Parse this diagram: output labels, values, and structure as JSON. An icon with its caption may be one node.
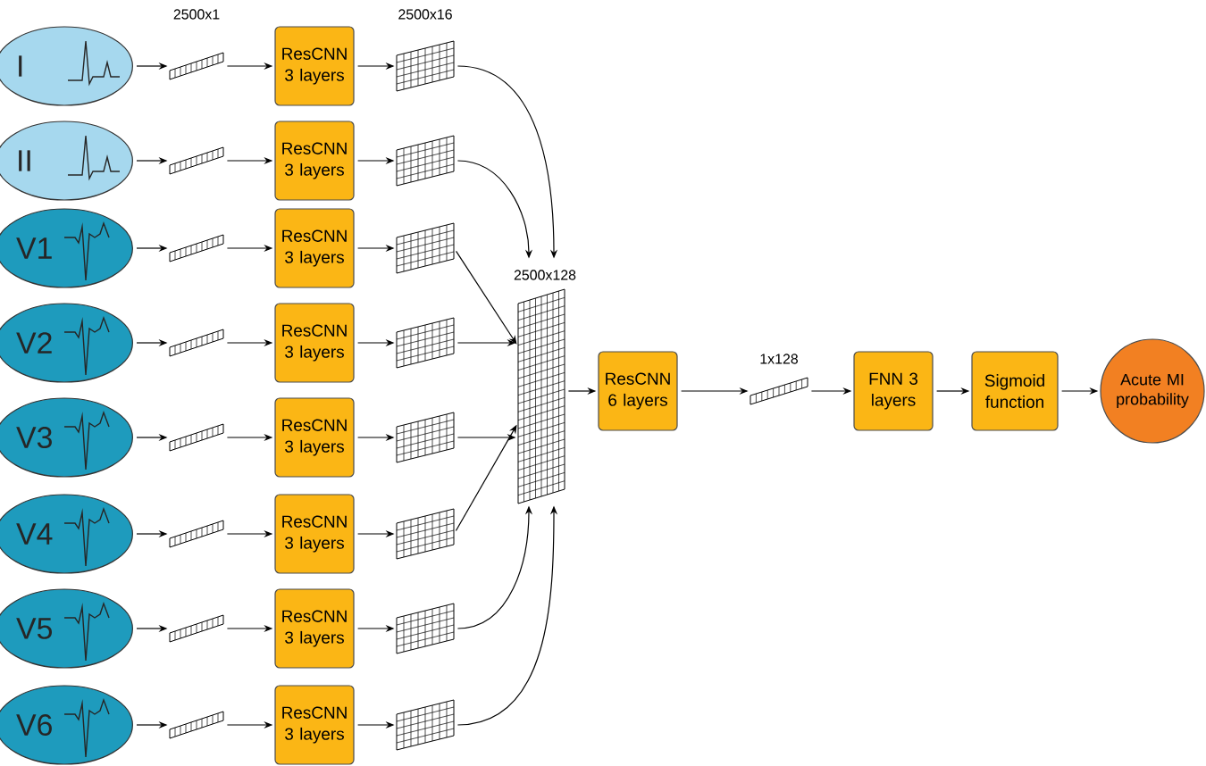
{
  "diagram": {
    "nodes": [
      {
        "text": [
          "I"
        ]
      },
      {
        "text": [
          "II"
        ]
      },
      {
        "text": [
          "V1"
        ]
      },
      {
        "text": [
          "V2"
        ]
      },
      {
        "text": [
          "V3"
        ]
      },
      {
        "text": [
          "V4"
        ]
      },
      {
        "text": [
          "V5"
        ]
      },
      {
        "text": [
          "V6"
        ]
      },
      {
        "text": [],
        "shape": "bar",
        "beside": [
          "2500x1"
        ]
      },
      {
        "text": [],
        "shape": "bar"
      },
      {
        "text": [],
        "shape": "bar"
      },
      {
        "text": [],
        "shape": "bar"
      },
      {
        "text": [],
        "shape": "bar"
      },
      {
        "text": [],
        "shape": "bar"
      },
      {
        "text": [],
        "shape": "bar"
      },
      {
        "text": [],
        "shape": "bar"
      },
      {
        "text": [
          "ResCNN 3 layers"
        ]
      },
      {
        "text": [
          "ResCNN 3 layers"
        ]
      },
      {
        "text": [
          "ResCNN 3 layers"
        ]
      },
      {
        "text": [
          "ResCNN 3 layers"
        ]
      },
      {
        "text": [
          "ResCNN 3 layers"
        ]
      },
      {
        "text": [
          "ResCNN 3 layers"
        ]
      },
      {
        "text": [
          "ResCNN 3 layers"
        ]
      },
      {
        "text": [
          "ResCNN 3 layers"
        ]
      },
      {
        "text": [],
        "shape": "grid",
        "beside": [
          "2500x16"
        ]
      },
      {
        "text": [],
        "shape": "grid"
      },
      {
        "text": [],
        "shape": "grid"
      },
      {
        "text": [],
        "shape": "grid"
      },
      {
        "text": [],
        "shape": "grid"
      },
      {
        "text": [],
        "shape": "grid"
      },
      {
        "text": [],
        "shape": "grid"
      },
      {
        "text": [],
        "shape": "grid"
      },
      {
        "text": [],
        "shape": "grid",
        "beside": [
          "2500x128"
        ]
      },
      {
        "text": [
          "ResCNN 6 layers"
        ]
      },
      {
        "text": [],
        "shape": "bar",
        "beside": [
          "1x128"
        ]
      },
      {
        "text": [
          "FNN 3 layers"
        ]
      },
      {
        "text": [
          "Sigmoid function"
        ]
      },
      {
        "text": [
          "Acute MI probability"
        ]
      }
    ],
    "edges": [
      {
        "from": 0,
        "to": 8,
        "arrow": "to"
      },
      {
        "from": 1,
        "to": 9,
        "arrow": "to"
      },
      {
        "from": 2,
        "to": 10,
        "arrow": "to"
      },
      {
        "from": 3,
        "to": 11,
        "arrow": "to"
      },
      {
        "from": 4,
        "to": 12,
        "arrow": "to"
      },
      {
        "from": 5,
        "to": 13,
        "arrow": "to"
      },
      {
        "from": 6,
        "to": 14,
        "arrow": "to"
      },
      {
        "from": 7,
        "to": 15,
        "arrow": "to"
      },
      {
        "from": 8,
        "to": 16,
        "arrow": "to"
      },
      {
        "from": 9,
        "to": 17,
        "arrow": "to"
      },
      {
        "from": 10,
        "to": 18,
        "arrow": "to"
      },
      {
        "from": 11,
        "to": 19,
        "arrow": "to"
      },
      {
        "from": 12,
        "to": 20,
        "arrow": "to"
      },
      {
        "from": 13,
        "to": 21,
        "arrow": "to"
      },
      {
        "from": 14,
        "to": 22,
        "arrow": "to"
      },
      {
        "from": 15,
        "to": 23,
        "arrow": "to"
      },
      {
        "from": 16,
        "to": 24,
        "arrow": "to"
      },
      {
        "from": 17,
        "to": 25,
        "arrow": "to"
      },
      {
        "from": 18,
        "to": 26,
        "arrow": "to"
      },
      {
        "from": 19,
        "to": 27,
        "arrow": "to"
      },
      {
        "from": 20,
        "to": 28,
        "arrow": "to"
      },
      {
        "from": 21,
        "to": 29,
        "arrow": "to"
      },
      {
        "from": 22,
        "to": 30,
        "arrow": "to"
      },
      {
        "from": 23,
        "to": 31,
        "arrow": "to"
      },
      {
        "from": 24,
        "to": 32,
        "arrow": "to"
      },
      {
        "from": 25,
        "to": 32,
        "arrow": "to"
      },
      {
        "from": 26,
        "to": 32,
        "arrow": "to"
      },
      {
        "from": 27,
        "to": 32,
        "arrow": "to"
      },
      {
        "from": 28,
        "to": 32,
        "arrow": "to"
      },
      {
        "from": 29,
        "to": 32,
        "arrow": "to"
      },
      {
        "from": 30,
        "to": 32,
        "arrow": "to"
      },
      {
        "from": 31,
        "to": 32,
        "arrow": "to"
      },
      {
        "from": 32,
        "to": 33,
        "arrow": "to"
      },
      {
        "from": 33,
        "to": 34,
        "arrow": "to"
      },
      {
        "from": 34,
        "to": 35,
        "arrow": "to"
      },
      {
        "from": 35,
        "to": 36,
        "arrow": "to"
      },
      {
        "from": 36,
        "to": 37,
        "arrow": "to"
      }
    ]
  }
}
